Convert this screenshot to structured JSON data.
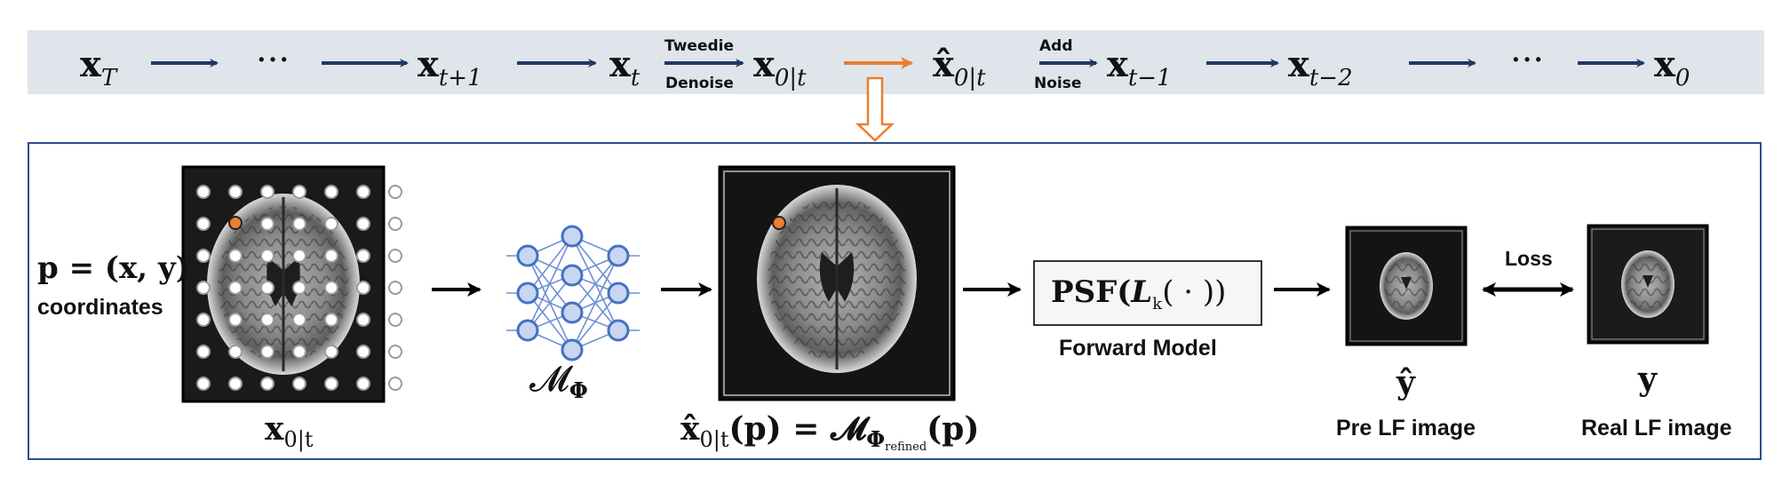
{
  "chain": {
    "xT": "x",
    "xT_sub": "T",
    "dots1": "···",
    "xt1": "x",
    "xt1_sub": "t+1",
    "xt": "x",
    "xt_sub": "t",
    "tweedie": "Tweedie",
    "denoise": "Denoise",
    "x0t": "x",
    "x0t_sub": "0|t",
    "x0hat": "x̂",
    "x0hat_sub": "0|t",
    "add": "Add",
    "noise": "Noise",
    "xtm1": "x",
    "xtm1_sub": "t−1",
    "xtm2": "x",
    "xtm2_sub": "t−2",
    "dots2": "···",
    "x0": "x",
    "x0_sub": "0"
  },
  "panel": {
    "coords_eq": "p = (x, y)",
    "coords_label": "coordinates",
    "grid_caption": "x",
    "grid_caption_sub": "0|t",
    "net_label": "𝓜",
    "net_sub": "Φ",
    "refined_eq_left": "x̂",
    "refined_eq_sub": "0|t",
    "refined_eq_mid": "(p) = 𝓜",
    "refined_eq_sub2": "Φ",
    "refined_eq_sub3": "refined",
    "refined_eq_right": "(p)",
    "psf_text": "PSF(",
    "psf_L": "L",
    "psf_k": "k",
    "psf_rest": "( · ))",
    "forward_model": "Forward Model",
    "yhat": "ŷ",
    "pre_lf": "Pre LF image",
    "loss": "Loss",
    "y": "y",
    "real_lf": "Real LF image"
  },
  "colors": {
    "navy": "#203864",
    "orange": "#ed7d31",
    "panel_border": "#2c4f8c",
    "node": "#4472c4"
  }
}
